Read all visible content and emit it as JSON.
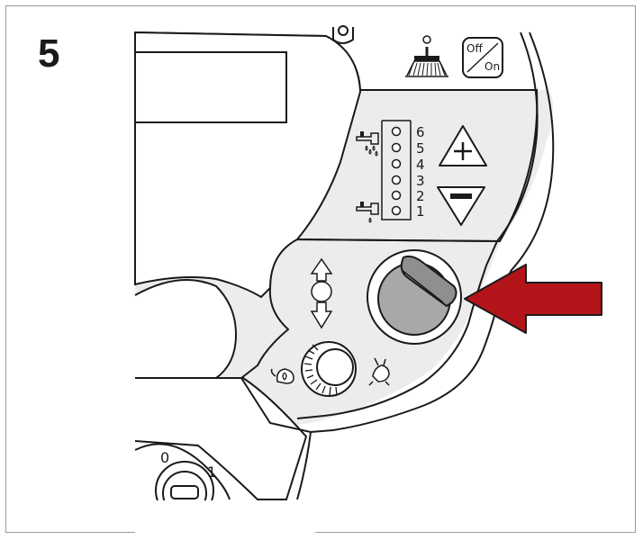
{
  "step": "5",
  "indicator_numbers": [
    "6",
    "5",
    "4",
    "3",
    "2",
    "1"
  ],
  "power_label": {
    "off": "Off",
    "on": "On"
  },
  "key_switch": {
    "off": "0",
    "on": "1"
  },
  "colors": {
    "arrow": "#b3141a",
    "knob": "#a8a8a8",
    "panel": "#ececec",
    "outline": "#1a1a1a"
  },
  "icons": [
    "brush-icon",
    "power-toggle-icon",
    "water-flow-max-icon",
    "water-flow-min-icon",
    "plus-button-icon",
    "minus-button-icon",
    "up-down-arrow-icon",
    "turtle-slow-icon",
    "rabbit-fast-icon",
    "red-pointer-arrow"
  ]
}
